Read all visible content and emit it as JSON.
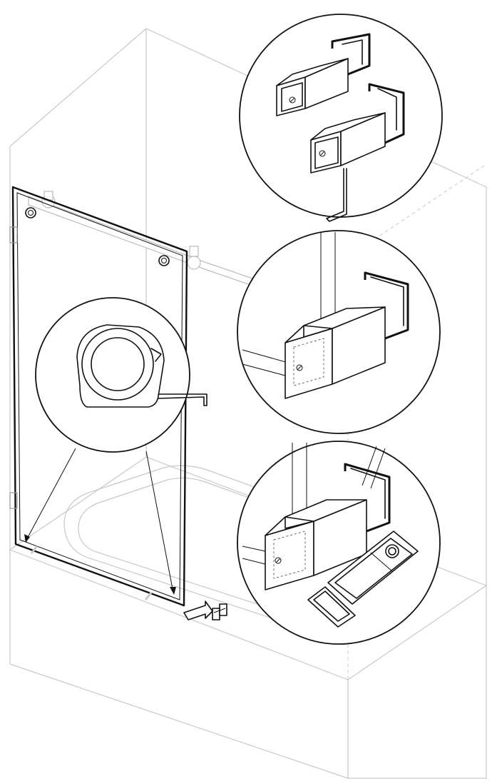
{
  "figure": {
    "description_icons": [
      "enclosure",
      "glass-door-panel",
      "towel-bar",
      "tape-measure",
      "guide-bracket",
      "allen-key",
      "anchor-plate"
    ],
    "colors": {
      "ink": "#111111",
      "ghost": "#c8c8c8",
      "background": "#ffffff"
    }
  }
}
